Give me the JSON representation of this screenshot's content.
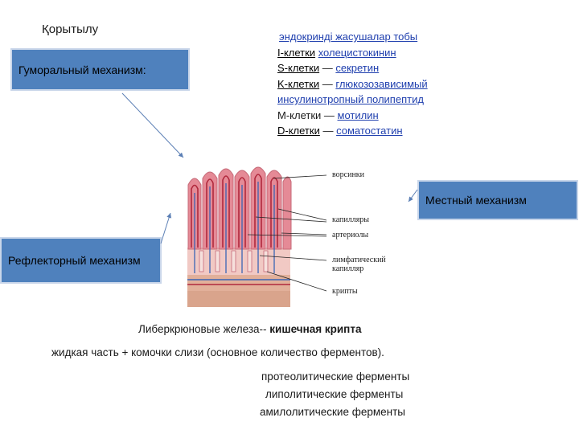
{
  "title": "Қорытылу",
  "boxes": {
    "humoral": "Гуморальный механизм:",
    "reflex": "Рефлекторный механизм",
    "local": "Местный механизм"
  },
  "endocrine": {
    "heading": " эндокринді жасушалар тобы",
    "lines": [
      {
        "cell": "I-клетки",
        "sep": " ",
        "hormone": "холецистокинин"
      },
      {
        "cell": " S-клетки",
        "sep": " — ",
        "hormone": "секретин"
      },
      {
        "cell": " K-клетки",
        "sep": " — ",
        "hormone": "глюкозозависимый "
      },
      {
        "cell": "",
        "sep": "",
        "hormone": "инсулинотропный полипептид"
      },
      {
        "cell": " M-клетки",
        "sep": " — ",
        "hormone": "мотилин"
      },
      {
        "cell": "D-клетки",
        "sep": " — ",
        "hormone": "соматостатин"
      }
    ]
  },
  "anatomy_labels": [
    "ворсинки",
    "капилляры",
    "артериолы",
    "лимфатический",
    "капилляр",
    "крипты"
  ],
  "bottom": {
    "gland_prefix": "Либеркрюновые железа-- ",
    "gland_bold": "кишечная крипта",
    "composition": "жидкая часть + комочки слизи (основное количество ферментов).",
    "enzymes": [
      "протеолитические ферменты",
      "липолитические ферменты",
      "амилолитические ферменты"
    ]
  },
  "colors": {
    "box_fill": "#4f81bd",
    "link": "#1f3fae",
    "arrow": "#5b7fb5"
  }
}
